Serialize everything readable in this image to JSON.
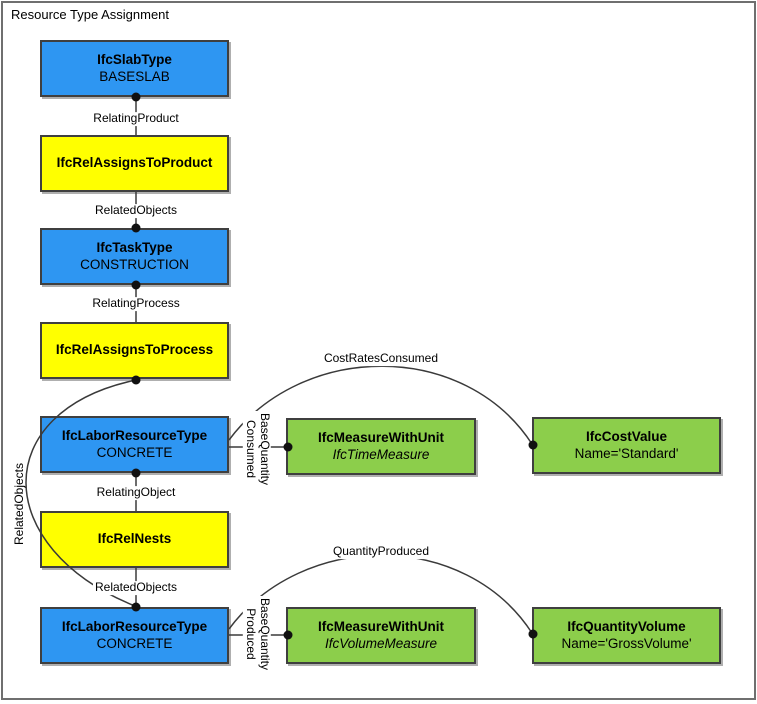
{
  "title": "Resource Type Assignment",
  "colors": {
    "entity_blue": "#2e96f2",
    "relationship_yellow": "#ffff00",
    "value_green": "#8cce4b",
    "box_border": "#3f3f3f",
    "line": "#3a3a3a"
  },
  "nodes": {
    "slabType": {
      "title": "IfcSlabType",
      "subtitle": "BASESLAB"
    },
    "relAssignsToProduct": {
      "title": "IfcRelAssignsToProduct"
    },
    "taskType": {
      "title": "IfcTaskType",
      "subtitle": "CONSTRUCTION"
    },
    "relAssignsToProcess": {
      "title": "IfcRelAssignsToProcess"
    },
    "laborResourceType1": {
      "title": "IfcLaborResourceType",
      "subtitle": "CONCRETE"
    },
    "relNests": {
      "title": "IfcRelNests"
    },
    "laborResourceType2": {
      "title": "IfcLaborResourceType",
      "subtitle": "CONCRETE"
    },
    "measureWithUnitTime": {
      "title": "IfcMeasureWithUnit",
      "subtitle": "IfcTimeMeasure"
    },
    "costValue": {
      "title": "IfcCostValue",
      "subtitle": "Name='Standard'"
    },
    "measureWithUnitVol": {
      "title": "IfcMeasureWithUnit",
      "subtitle": "IfcVolumeMeasure"
    },
    "quantityVolume": {
      "title": "IfcQuantityVolume",
      "subtitle": "Name='GrossVolume'"
    }
  },
  "edges": {
    "relatingProduct": "RelatingProduct",
    "relatedObjects1": "RelatedObjects",
    "relatingProcess": "RelatingProcess",
    "relatedObjectsCurve": "RelatedObjects",
    "relatingObject": "RelatingObject",
    "relatedObjects2": "RelatedObjects",
    "costRatesConsumed": "CostRatesConsumed",
    "baseQuantityConsumed": "BaseQuantity\nConsumed",
    "quantityProduced": "QuantityProduced",
    "baseQuantityProduced": "BaseQuantity\nProduced"
  }
}
